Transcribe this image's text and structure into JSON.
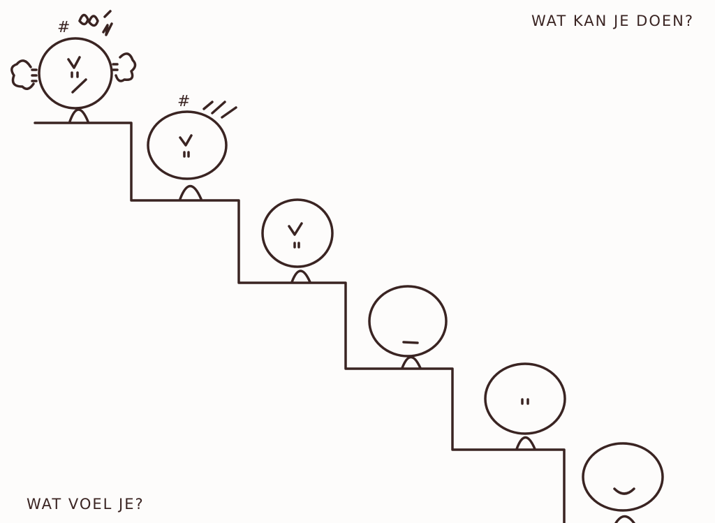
{
  "labels": {
    "top_question": "WAT KAN JE DOEN?",
    "bottom_question": "WAT VOEL JE?"
  },
  "figures": [
    {
      "mood": "furious"
    },
    {
      "mood": "angry"
    },
    {
      "mood": "annoyed"
    },
    {
      "mood": "neutral"
    },
    {
      "mood": "calm"
    },
    {
      "mood": "happy"
    }
  ],
  "colors": {
    "ink": "#3a2422",
    "paper": "#fdfcfb"
  }
}
